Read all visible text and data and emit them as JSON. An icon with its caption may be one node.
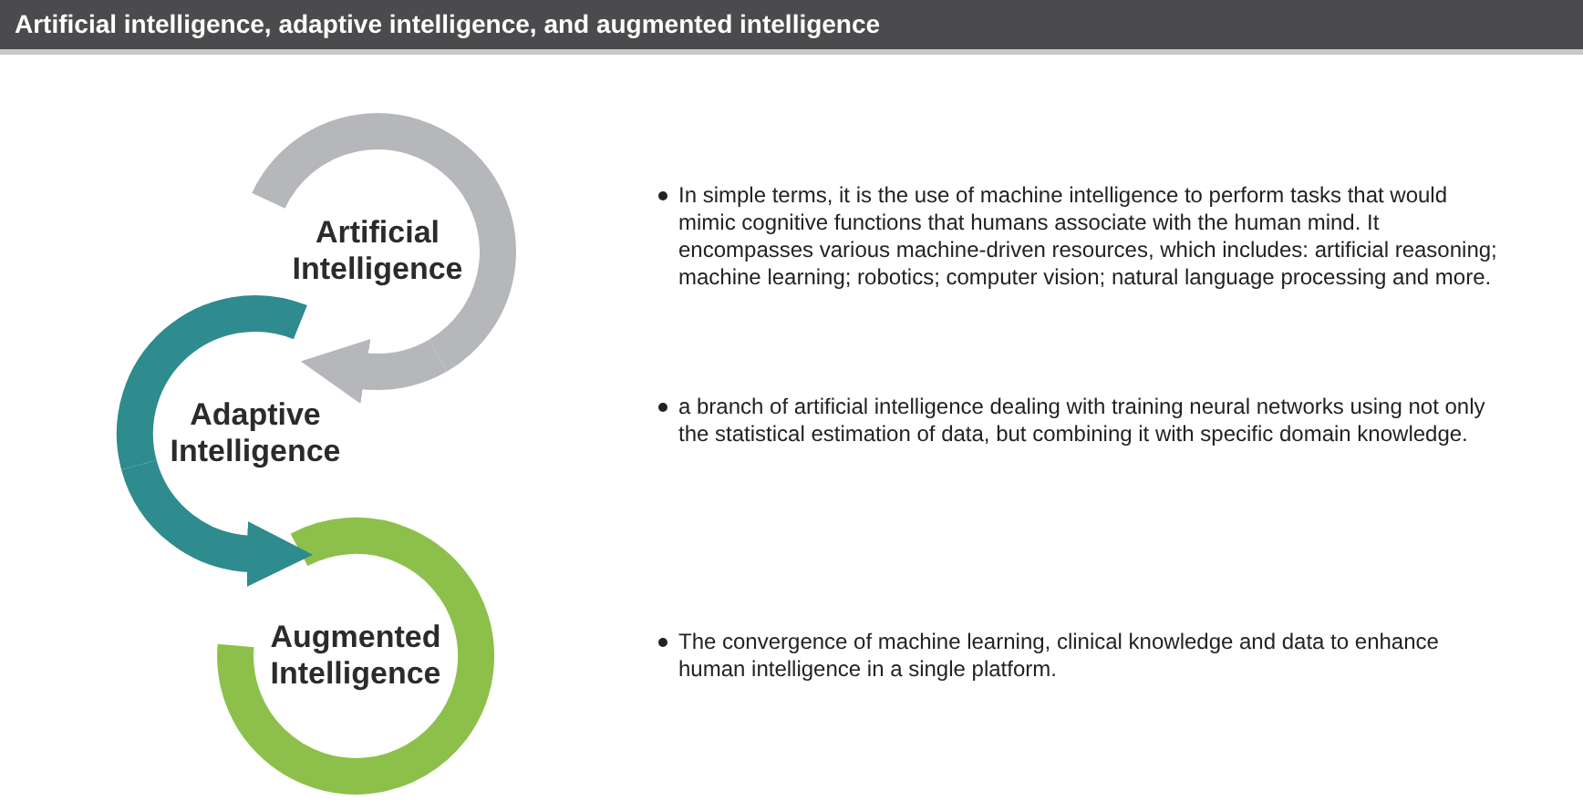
{
  "diagram": {
    "title": "Artificial intelligence, adaptive intelligence, and augmented intelligence",
    "nodes": [
      {
        "text": [
          "Artificial Intelligence"
        ]
      },
      {
        "text": [
          "Adaptive Intelligence"
        ]
      },
      {
        "text": [
          "Augmented Intelligence"
        ]
      }
    ],
    "edges": [
      {
        "from": 0,
        "to": 1,
        "arrow": "to",
        "color": "#b5b7ba"
      },
      {
        "from": 1,
        "to": 2,
        "arrow": "to",
        "color": "#2e8b8e"
      }
    ],
    "labels": [
      "In simple terms, it is the use of machine intelligence to perform tasks that would mimic cognitive functions that humans associate with the human mind. It encompasses various machine-driven resources, which includes: artificial reasoning; machine learning; robotics; computer vision; natural language processing and more.",
      "a branch of artificial intelligence dealing with training neural networks using not only the statistical estimation of data, but combining it with specific domain knowledge.",
      "The convergence of machine learning, clinical knowledge and data to enhance human intelligence in a single platform."
    ]
  }
}
